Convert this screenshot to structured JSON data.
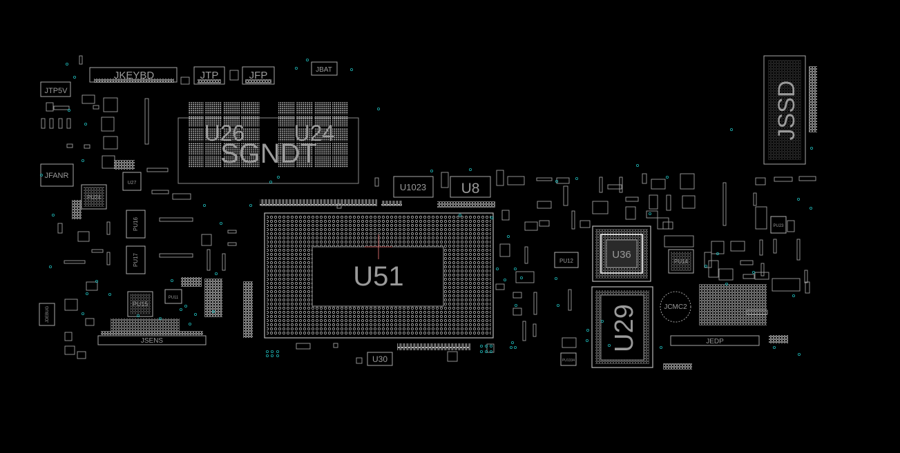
{
  "board": {
    "background": "#000000",
    "outline_color": "#9c9c9c",
    "pad_color": "#bdbdbd",
    "via_color": "#19c2c2"
  },
  "labels": {
    "jkeybd": "JKEYBD",
    "jtp": "JTP",
    "jfp": "JFP",
    "jbat": "JBAT",
    "jtp5v": "JTP5V",
    "jfanr": "JFANR",
    "u26": "U26",
    "u24": "U24",
    "sgndt": "SGNDT",
    "u1023": "U1023",
    "u8": "U8",
    "u51": "U51",
    "u30": "U30",
    "u29": "U29",
    "u36": "U36",
    "jssd": "JSSD",
    "jsens": "JSENS",
    "jedp": "JEDP",
    "jcmc2": "JCMC2",
    "pu24": "PU24",
    "pu15": "PU15",
    "pu14": "PU14",
    "pu12": "PU12",
    "pu16": "PU16",
    "pu17": "PU17",
    "pu23": "PU23",
    "u27": "U27",
    "pu1334": "PU1334",
    "jdebug": "JDEBUG",
    "pu11": "PU11"
  }
}
